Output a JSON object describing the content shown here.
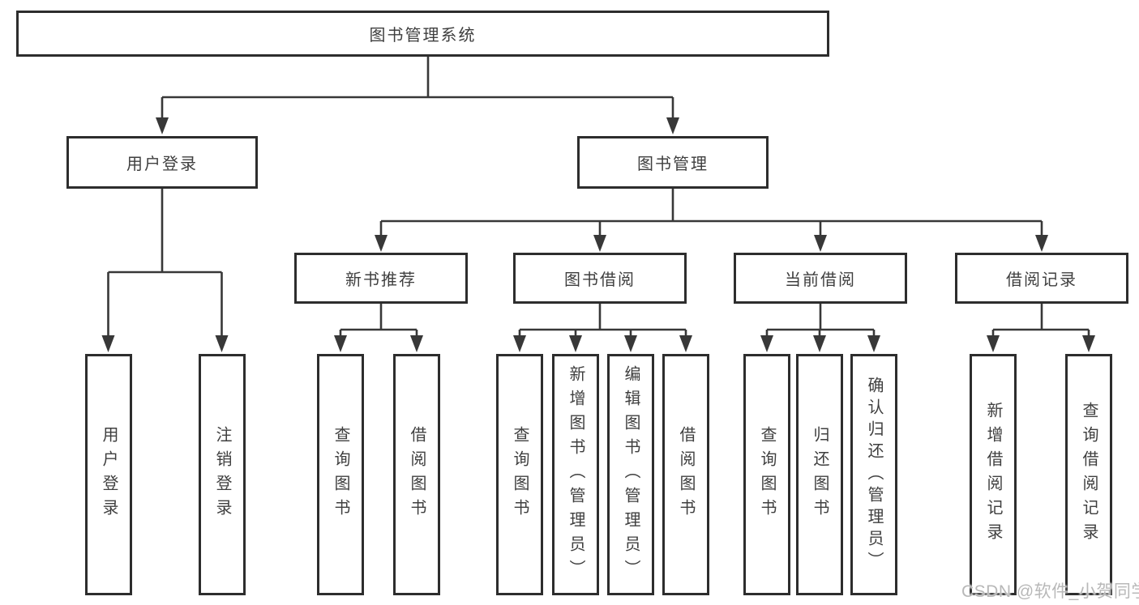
{
  "diagram_title": "图书管理系统",
  "watermark": "CSDN @软件_小贺同学",
  "colors": {
    "line": "#383838",
    "border": "#2d2d2d",
    "text": "#3f3f3f",
    "watermark": "#b8b8b8",
    "background": "#ffffff"
  },
  "nodes": {
    "root": {
      "label": "图书管理系统",
      "children": [
        "user_login",
        "book_management"
      ]
    },
    "user_login": {
      "label": "用户登录",
      "children": [
        "login",
        "logout"
      ]
    },
    "book_management": {
      "label": "图书管理",
      "children": [
        "new_book_recommend",
        "book_borrow",
        "current_borrow",
        "borrow_record"
      ]
    },
    "new_book_recommend": {
      "label": "新书推荐",
      "children": [
        "query_book_nb",
        "borrow_book_nb"
      ]
    },
    "book_borrow": {
      "label": "图书借阅",
      "children": [
        "query_book_bb",
        "add_book_admin",
        "edit_book_admin",
        "borrow_book_bb"
      ]
    },
    "current_borrow": {
      "label": "当前借阅",
      "children": [
        "query_book_cb",
        "return_book",
        "confirm_return_admin"
      ]
    },
    "borrow_record": {
      "label": "借阅记录",
      "children": [
        "add_borrow_record",
        "query_borrow_record"
      ]
    },
    "login": {
      "label": "用户登录"
    },
    "logout": {
      "label": "注销登录"
    },
    "query_book_nb": {
      "label": "查询图书"
    },
    "borrow_book_nb": {
      "label": "借阅图书"
    },
    "query_book_bb": {
      "label": "查询图书"
    },
    "add_book_admin": {
      "label": "新增图书（管理员）"
    },
    "edit_book_admin": {
      "label": "编辑图书（管理员）"
    },
    "borrow_book_bb": {
      "label": "借阅图书"
    },
    "query_book_cb": {
      "label": "查询图书"
    },
    "return_book": {
      "label": "归还图书"
    },
    "confirm_return_admin": {
      "label": "确认归还（管理员）"
    },
    "add_borrow_record": {
      "label": "新增借阅记录"
    },
    "query_borrow_record": {
      "label": "查询借阅记录"
    }
  }
}
